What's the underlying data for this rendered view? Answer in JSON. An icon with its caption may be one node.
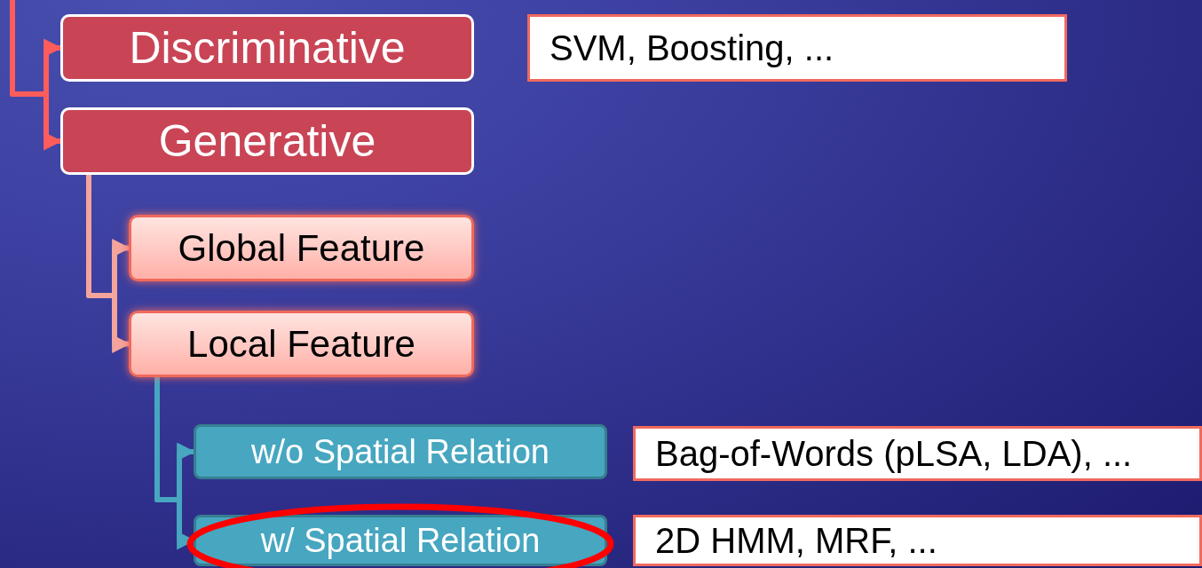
{
  "diagram": {
    "nodes": [
      {
        "text": [
          "Discriminative"
        ]
      },
      {
        "text": [
          "Generative"
        ]
      },
      {
        "text": [
          "Global Feature"
        ]
      },
      {
        "text": [
          "Local Feature"
        ]
      },
      {
        "text": [
          "w/o Spatial Relation"
        ]
      },
      {
        "text": [
          "w/ Spatial Relation"
        ]
      },
      {
        "text": [
          "SVM, Boosting, ..."
        ]
      },
      {
        "text": [
          "Bag-of-Words (pLSA, LDA), ..."
        ]
      },
      {
        "text": [
          "2D HMM, MRF, ..."
        ]
      }
    ],
    "edges": [
      {
        "from": null,
        "to": 0,
        "arrow": "to",
        "color": "#ff5c5c"
      },
      {
        "from": null,
        "to": 1,
        "arrow": "to",
        "color": "#ff5c5c"
      },
      {
        "from": 1,
        "to": 2,
        "arrow": "to",
        "color": "#f4a49c"
      },
      {
        "from": 1,
        "to": 3,
        "arrow": "to",
        "color": "#f4a49c"
      },
      {
        "from": 3,
        "to": 4,
        "arrow": "to",
        "color": "#47a6c0"
      },
      {
        "from": 3,
        "to": 5,
        "arrow": "to",
        "color": "#47a6c0"
      }
    ]
  }
}
